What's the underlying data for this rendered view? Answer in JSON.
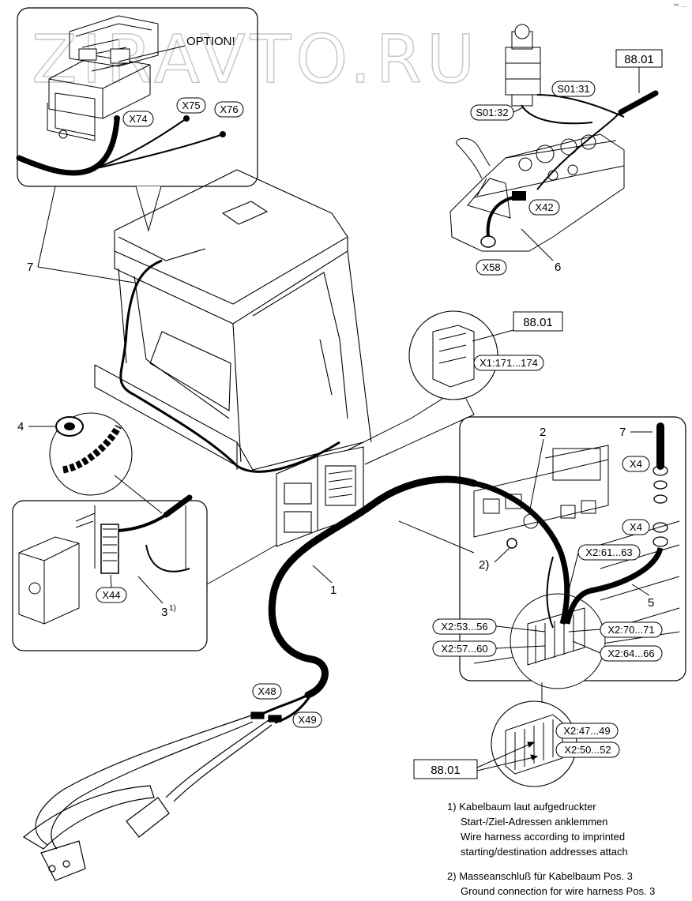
{
  "watermark": "ZIRAVTO.RU",
  "corner_mark": "✂ ...",
  "option_label": "OPTION!",
  "connectors": {
    "x74": "X74",
    "x75": "X75",
    "x76": "X76",
    "s01_31": "S01:31",
    "s01_32": "S01:32",
    "x42": "X42",
    "x58": "X58",
    "x1_171_174": "X1:171...174",
    "x4_top": "X4",
    "x4_bottom": "X4",
    "x2_61_63": "X2:61...63",
    "x2_53_56": "X2:53...56",
    "x2_70_71": "X2:70...71",
    "x2_57_60": "X2:57...60",
    "x2_64_66": "X2:64...66",
    "x44": "X44",
    "x48": "X48",
    "x49": "X49",
    "x2_47_49": "X2:47...49",
    "x2_50_52": "X2:50...52"
  },
  "references": {
    "ref_top_right": "88.01",
    "ref_middle": "88.01",
    "ref_bottom": "88.01"
  },
  "position_numbers": {
    "p7_left": "7",
    "p6": "6",
    "p4": "4",
    "p2_top": "2",
    "p7_right": "7",
    "p2_ground": "2)",
    "p1": "1",
    "p5": "5",
    "p3_footnote": "3",
    "p3_sup": "1)"
  },
  "notes": {
    "n1_num": "1)",
    "n1_de_line1": "Kabelbaum laut aufgedruckter",
    "n1_de_line2": "Start-/Ziel-Adressen anklemmen",
    "n1_en_line1": "Wire harness according to imprinted",
    "n1_en_line2": "starting/destination addresses attach",
    "n2_num": "2)",
    "n2_de": "Masseanschluß für Kabelbaum Pos. 3",
    "n2_en": "Ground connection for wire harness Pos. 3"
  }
}
